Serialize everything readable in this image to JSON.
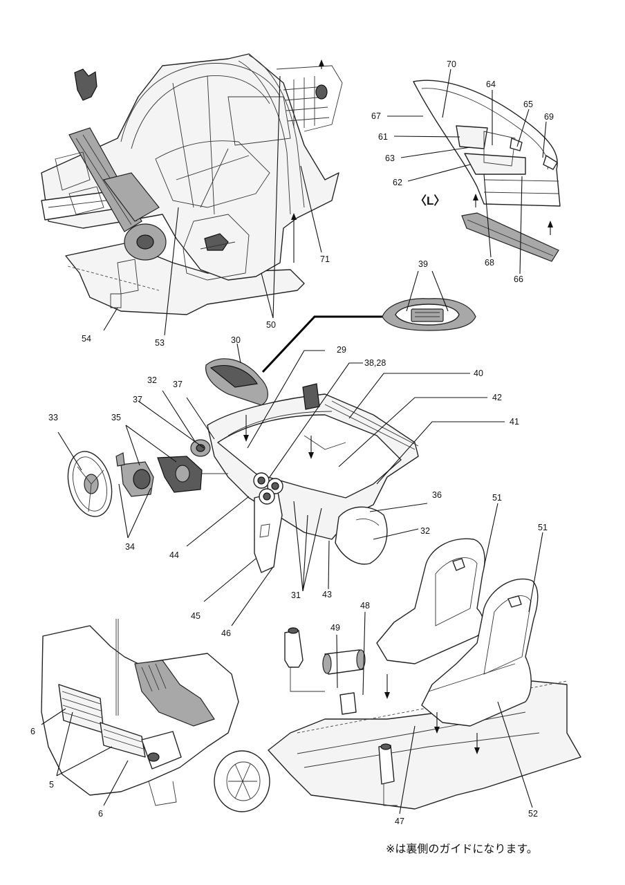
{
  "view_label": "〈L〉",
  "footnote": "※は裏側のガイドになります。",
  "callouts": {
    "c70": "70",
    "c64": "64",
    "c65": "65",
    "c69": "69",
    "c67": "67",
    "c61": "61",
    "c63": "63",
    "c62": "62",
    "c68": "68",
    "c66": "66",
    "c71": "71",
    "c54": "54",
    "c53": "53",
    "c50": "50",
    "c39": "39",
    "c30": "30",
    "c29": "29",
    "c38_28": "38,28",
    "c40": "40",
    "c42": "42",
    "c41": "41",
    "c32a": "32",
    "c37a": "37",
    "c37b": "37",
    "c33": "33",
    "c35": "35",
    "c34": "34",
    "c44": "44",
    "c36": "36",
    "c32b": "32",
    "c31": "31",
    "c43": "43",
    "c45": "45",
    "c46": "46",
    "c51a": "51",
    "c51b": "51",
    "c48": "48",
    "c49": "49",
    "c47": "47",
    "c52": "52",
    "c6a": "6",
    "c5": "5",
    "c6b": "6"
  }
}
